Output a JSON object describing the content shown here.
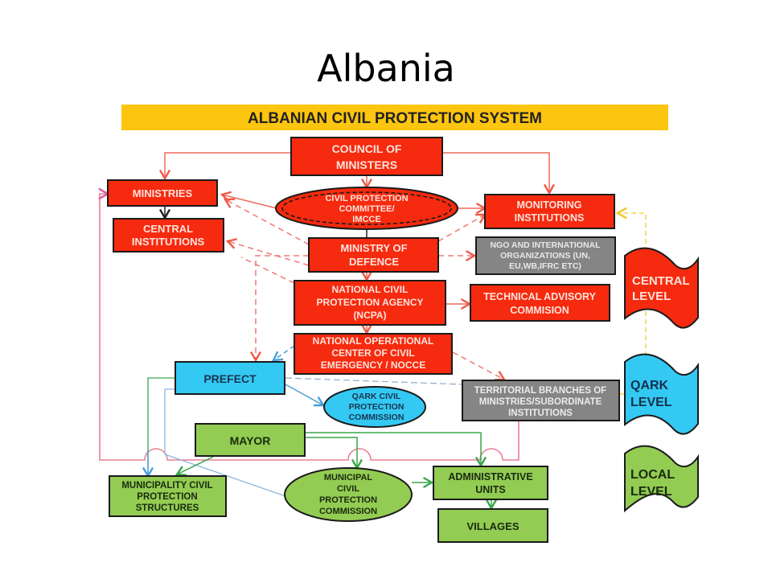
{
  "slide": {
    "title": "Albania"
  },
  "banner": {
    "title": "ALBANIAN CIVIL PROTECTION SYSTEM"
  },
  "colors": {
    "red": "#f62a0e",
    "banner": "#fcc50f",
    "grey": "#858585",
    "blue": "#33c9f3",
    "green": "#93cc52",
    "pink_line": "#ea7f95",
    "dash_red": "#ee7a70",
    "yellow_dash": "#f5d84a"
  },
  "nodes": {
    "council": [
      "COUNCIL OF",
      "MINISTERS"
    ],
    "ministries": [
      "MINISTRIES"
    ],
    "central_institutions": [
      "CENTRAL",
      "INSTITUTIONS"
    ],
    "cp_committee": [
      "CIVIL PROTECTION",
      "COMMITTEE/",
      "IMCCE"
    ],
    "monitoring": [
      "MONITORING",
      "INSTITUTIONS"
    ],
    "ministry_defence": [
      "MINISTRY OF",
      "DEFENCE"
    ],
    "ngo": [
      "NGO AND INTERNATIONAL",
      "ORGANIZATIONS (UN,",
      "EU,WB,IFRC ETC)"
    ],
    "ncpa": [
      "NATIONAL CIVIL",
      "PROTECTION AGENCY",
      "(NCPA)"
    ],
    "technical": [
      "TECHNICAL ADVISORY",
      "COMMISION"
    ],
    "nocce": [
      "NATIONAL OPERATIONAL",
      "CENTER OF CIVIL",
      "EMERGENCY / NOCCE"
    ],
    "prefect": [
      "PREFECT"
    ],
    "qark_commission": [
      "QARK CIVIL",
      "PROTECTION",
      "COMMISSION"
    ],
    "territorial": [
      "TERRITORIAL BRANCHES OF",
      "MINISTRIES/SUBORDINATE",
      "INSTITUTIONS"
    ],
    "mayor": [
      "MAYOR"
    ],
    "municipality_structures": [
      "MUNICIPALITY CIVIL",
      "PROTECTION",
      "STRUCTURES"
    ],
    "municipal_commission": [
      "MUNICIPAL",
      "CIVIL",
      "PROTECTION",
      "COMMISSION"
    ],
    "admin_units": [
      "ADMINISTRATIVE",
      "UNITS"
    ],
    "villages": [
      "VILLAGES"
    ]
  },
  "levels": {
    "central": [
      "CENTRAL",
      "LEVEL"
    ],
    "qark": [
      "QARK",
      "LEVEL"
    ],
    "local": [
      "LOCAL",
      "LEVEL"
    ]
  }
}
